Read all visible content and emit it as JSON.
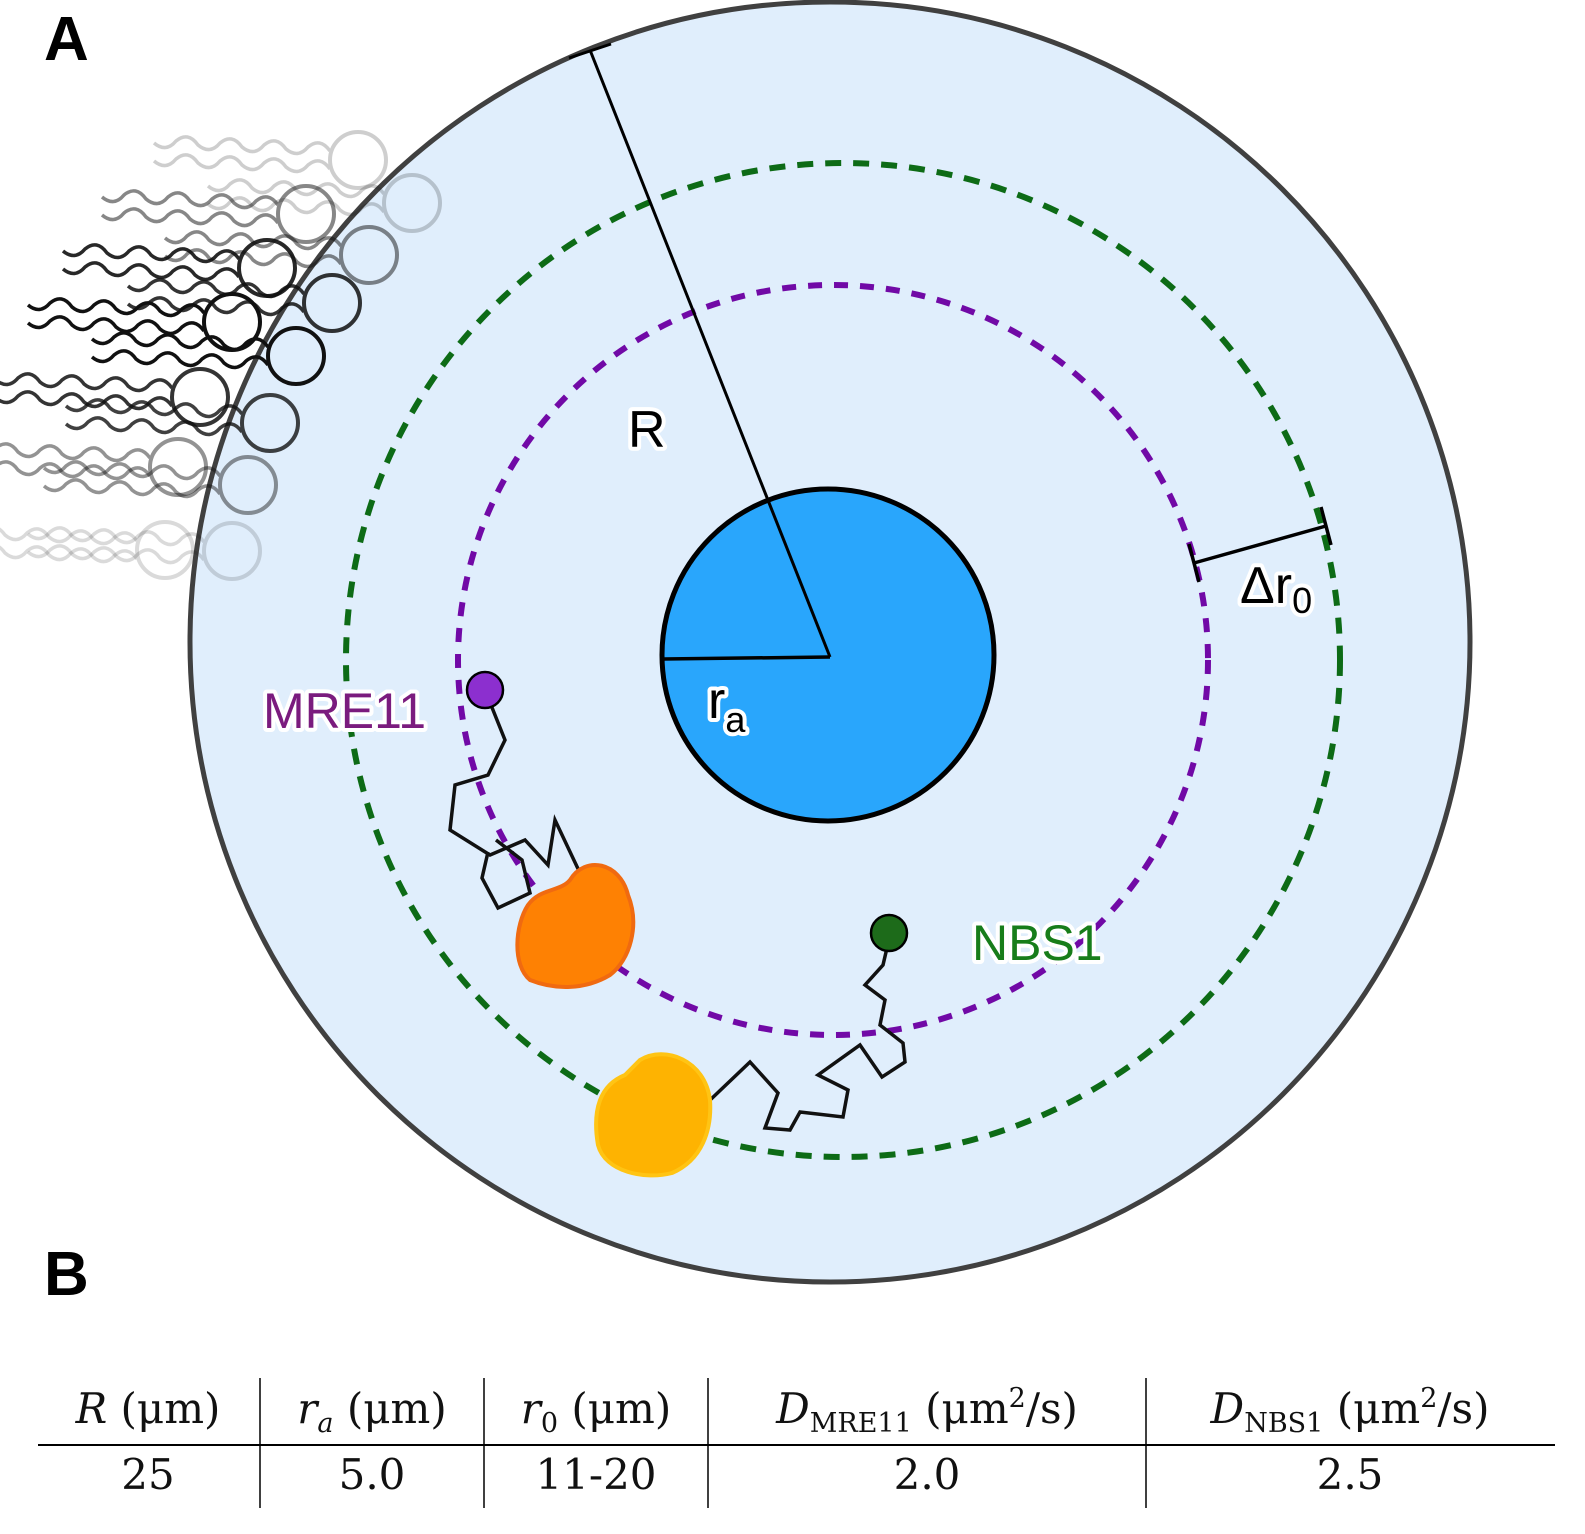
{
  "panels": {
    "a": "A",
    "b": "B"
  },
  "labels": {
    "R": "R",
    "ra_main": "r",
    "ra_sub": "a",
    "dr_main": "Δr",
    "dr_sub": "0",
    "mre11": "MRE11",
    "nbs1": "NBS1"
  },
  "colors": {
    "cell_fill": "#e0eefc",
    "cell_edge": "#404040",
    "nucleus_fill": "#29a6fc",
    "mre11_ring": "#7109a6",
    "nbs1_ring": "#0d6b16",
    "mre11_dot": "#8c2fcf",
    "nbs1_dot": "#1d6b1a",
    "mre11_blob": "#fe8103",
    "nbs1_blob": "#feb301",
    "mre11_text": "#7a1b7e",
    "nbs1_text": "#177d1a"
  },
  "table": {
    "headers": [
      {
        "sym": "R",
        "sub": "",
        "unit": " (μm)",
        "sup": ""
      },
      {
        "sym": "r",
        "sub": "a",
        "unit": " (μm)",
        "sup": ""
      },
      {
        "sym": "r",
        "sub": "0",
        "unit": " (μm)",
        "sup": ""
      },
      {
        "sym": "D",
        "sub": "MRE11",
        "unit": " (μm",
        "sup": "2",
        "tail": "/s)"
      },
      {
        "sym": "D",
        "sub": "NBS1",
        "unit": " (μm",
        "sup": "2",
        "tail": "/s)"
      }
    ],
    "values": [
      "25",
      "5.0",
      "11-20",
      "2.0",
      "2.5"
    ]
  }
}
